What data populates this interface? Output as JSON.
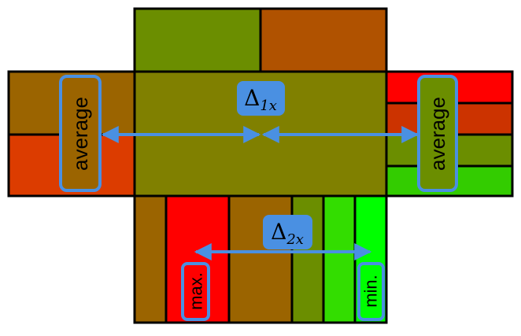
{
  "labels": {
    "left_average": "average",
    "right_average": "average",
    "max": "max.",
    "min": "min.",
    "delta1_base": "Δ",
    "delta1_sub": "1x",
    "delta2_base": "Δ",
    "delta2_sub": "2x"
  },
  "colors": {
    "top_left_cell": "#6b8e00",
    "top_right_cell": "#b05200",
    "center_cell": "#808000",
    "left_top_cell": "#9b6400",
    "left_bottom_cell": "#dc3c00",
    "right_cells": [
      "#ff0000",
      "#cc3300",
      "#6b8e00",
      "#33cc00"
    ],
    "bottom_cells": [
      "#9b6400",
      "#ff0000",
      "#9b6400",
      "#6b8e00",
      "#33dd00",
      "#00ff00"
    ],
    "arrow": "#4a90e2",
    "label_border": "#4a90e2",
    "outline": "#000000"
  }
}
